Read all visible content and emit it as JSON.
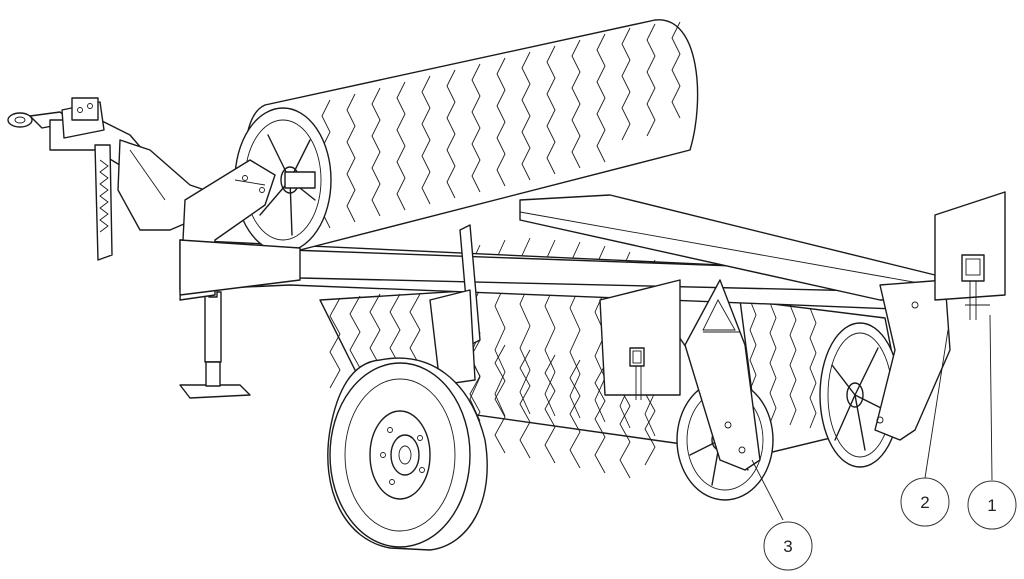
{
  "callouts": [
    {
      "label": "1",
      "part": "rear-light-panel-right"
    },
    {
      "label": "2",
      "part": "rear-light-bracket-right"
    },
    {
      "label": "3",
      "part": "center-warning-plate"
    }
  ]
}
